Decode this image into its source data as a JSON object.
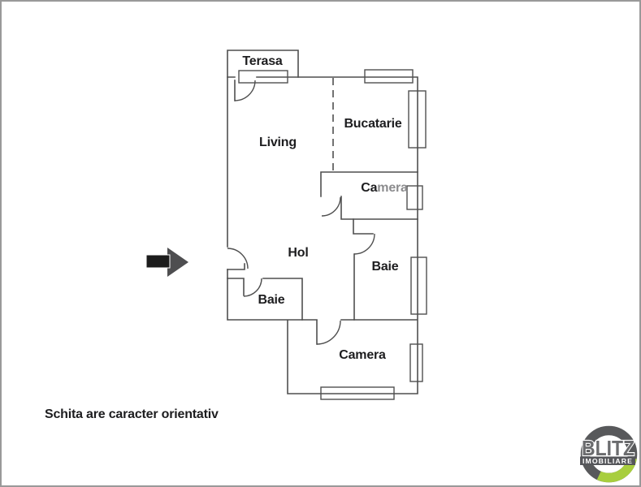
{
  "frame": {
    "background": "#ffffff",
    "border_color": "#999999"
  },
  "floorplan": {
    "wall_color": "#4f4f4f",
    "label_color": "#1d1d1f",
    "label_light_color": "#8c8c8e",
    "rooms": {
      "terasa": {
        "label": "Terasa"
      },
      "living": {
        "label": "Living"
      },
      "bucatarie": {
        "label": "Bucatarie"
      },
      "camera_mijloc": {
        "label_dark": "Ca",
        "label_light": "mera"
      },
      "hol": {
        "label": "Hol"
      },
      "baie_dreapta": {
        "label": "Baie"
      },
      "baie_stanga": {
        "label": "Baie"
      },
      "camera_jos": {
        "label": "Camera"
      }
    },
    "disclaimer": "Schita are caracter orientativ"
  },
  "arrow": {
    "shaft_color": "#1c1c1c",
    "head_color": "#4e4e50"
  },
  "logo": {
    "brand": "BLITZ",
    "tagline": "IMOBILIARE",
    "ring_color": "#58595b",
    "accent_color": "#a8ce3e",
    "brand_color": "#6b6c6e",
    "tagline_bg": "#55565a",
    "tagline_color": "#ffffff"
  }
}
